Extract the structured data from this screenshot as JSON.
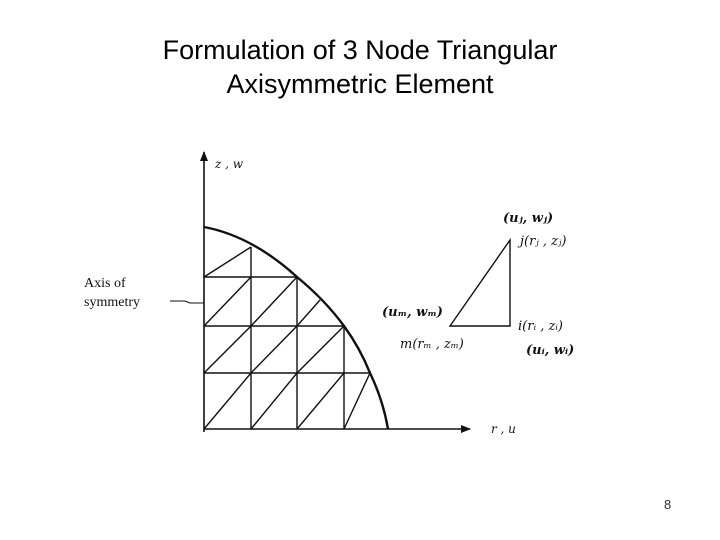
{
  "slide": {
    "title_line1": "Formulation of 3 Node Triangular",
    "title_line2": "Axisymmetric Element",
    "page_number": "8"
  },
  "diagram": {
    "z_axis_label": "z , w",
    "r_axis_label": "r , u",
    "axis_of_symmetry_line1": "Axis of",
    "axis_of_symmetry_line2": "symmetry",
    "mesh": {
      "description": "Quarter-circle region meshed with 3-node triangular elements",
      "element_type": "3-node triangle"
    },
    "element": {
      "node_j_dof": "(uⱼ, wⱼ)",
      "node_j_dof_text": "(uj, wj)",
      "node_j_coord": "j(rⱼ , zⱼ)",
      "node_i_coord": "i(rᵢ , zᵢ)",
      "node_i_dof": "(uᵢ, wᵢ)",
      "node_m_dof": "(uₘ, wₘ)",
      "node_m_coord": "m(rₘ , zₘ)"
    },
    "labels": {
      "j_dof_u": "u",
      "j_dof_w": "w",
      "j_sub": "j",
      "i_sub": "i",
      "m_sub": "m",
      "j_name": "j",
      "i_name": "i",
      "m_name": "m",
      "r": "r",
      "z": "z"
    }
  }
}
